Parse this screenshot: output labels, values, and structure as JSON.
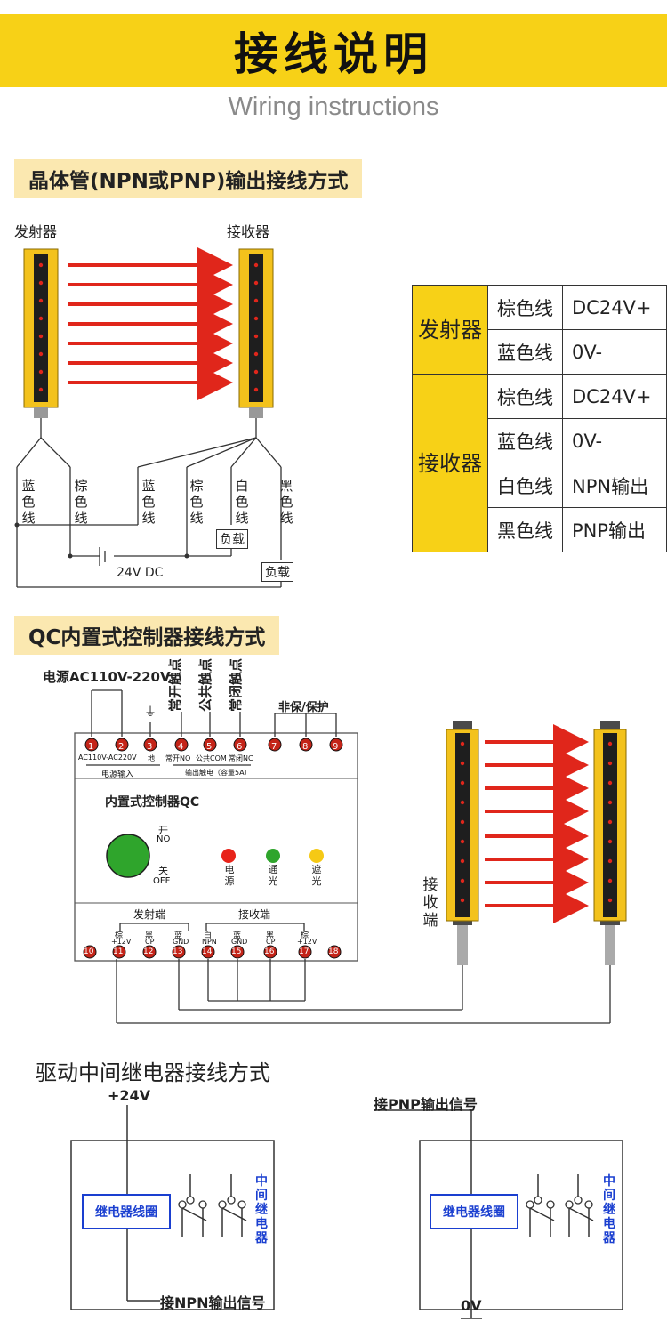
{
  "header": {
    "title": "接线说明",
    "subtitle": "Wiring instructions"
  },
  "section1": {
    "heading": "晶体管(NPN或PNP)输出接线方式",
    "emitter_label": "发射器",
    "receiver_label": "接收器",
    "wires": [
      "蓝色线",
      "棕色线",
      "蓝色线",
      "棕色线",
      "白色线",
      "黑色线"
    ],
    "load1": "负载",
    "load2": "负载",
    "supply": "24V DC"
  },
  "wiring_table": {
    "groups": [
      {
        "name": "发射器",
        "rows": [
          {
            "wire": "棕色线",
            "value": "DC24V+"
          },
          {
            "wire": "蓝色线",
            "value": "0V-"
          }
        ]
      },
      {
        "name": "接收器",
        "rows": [
          {
            "wire": "棕色线",
            "value": "DC24V+"
          },
          {
            "wire": "蓝色线",
            "value": "0V-"
          },
          {
            "wire": "白色线",
            "value": "NPN输出"
          },
          {
            "wire": "黑色线",
            "value": "PNP输出"
          }
        ]
      }
    ]
  },
  "section2": {
    "heading": "QC内置式控制器接线方式",
    "power_label": "电源AC110V-220V",
    "ground_symbol": "⏚",
    "contact_no": "常开触点",
    "contact_com": "公共触点",
    "contact_nc": "常闭触点",
    "protect": "非保/保护",
    "terminals_top": [
      "1",
      "2",
      "3",
      "4",
      "5",
      "6",
      "7",
      "8",
      "9"
    ],
    "top_sublabels": [
      "AC110V-AC220V",
      "地",
      "常开NO",
      "公共COM",
      "常闭NC"
    ],
    "power_input": "电源输入",
    "relay_out": "输出触电（容量5A）",
    "controller_name": "内置式控制器QC",
    "switch_on": "开",
    "switch_on_en": "NO",
    "switch_off": "关",
    "switch_off_en": "OFF",
    "lamps": [
      {
        "label": "电源",
        "color": "#e8231a"
      },
      {
        "label": "通光",
        "color": "#2fa52c"
      },
      {
        "label": "遮光",
        "color": "#f5c915"
      }
    ],
    "emitter_end": "发射端",
    "receiver_end": "接收端",
    "bottom_sublabels": [
      "棕",
      "+12V",
      "黑",
      "CP",
      "蓝",
      "GND",
      "白",
      "NPN",
      "蓝",
      "GND",
      "黑",
      "CP",
      "棕",
      "+12V"
    ],
    "terminals_bottom": [
      "10",
      "11",
      "12",
      "13",
      "14",
      "15",
      "16",
      "17",
      "18"
    ],
    "receiver_side": "接收端"
  },
  "section3": {
    "heading": "驱动中间继电器接线方式",
    "left": {
      "top": "+24V",
      "coil": "继电器线圈",
      "relay": "中间继电器",
      "bottom": "接NPN输出信号"
    },
    "right": {
      "top": "接PNP输出信号",
      "coil": "继电器线圈",
      "relay": "中间继电器",
      "bottom": "0V"
    }
  },
  "colors": {
    "banner": "#f7d117",
    "section_bg": "#fbe8b0",
    "arrow": "#e0261b",
    "relay_blue": "#1a3fd0"
  }
}
